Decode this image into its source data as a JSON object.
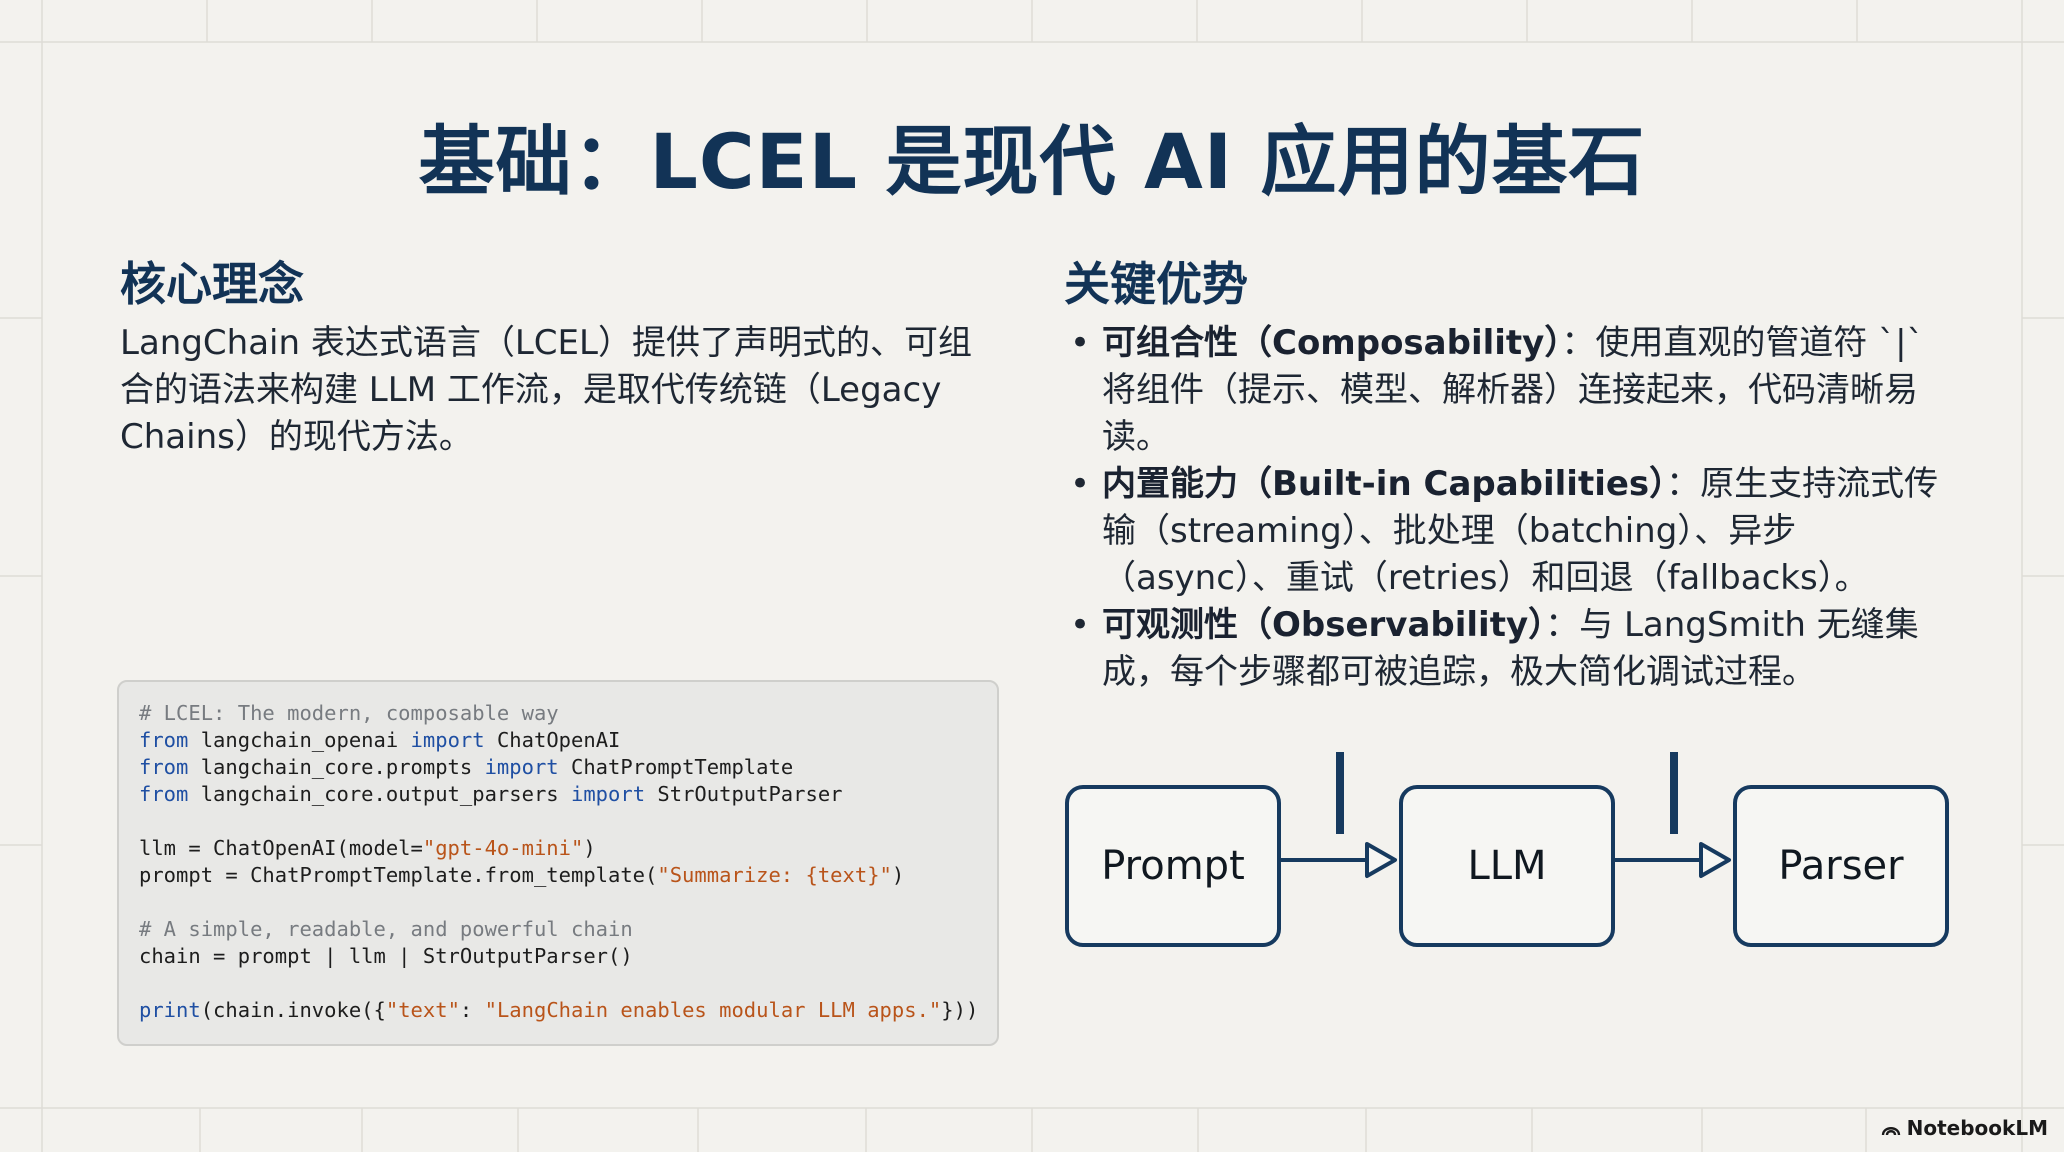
{
  "slide": {
    "title": "基础：LCEL 是现代 AI 应用的基石"
  },
  "left": {
    "heading": "核心理念",
    "paragraph": "LangChain 表达式语言（LCEL）提供了声明式的、可组合的语法来构建 LLM 工作流，是取代传统链（Legacy Chains）的现代方法。"
  },
  "right": {
    "heading": "关键优势",
    "bullets": [
      {
        "lead": "可组合性（Composability）",
        "text": "：使用直观的管道符 `|` 将组件（提示、模型、解析器）连接起来，代码清晰易读。"
      },
      {
        "lead": "内置能力（Built-in Capabilities）",
        "text": "：原生支持流式传输（streaming）、批处理（batching）、异步（async）、重试（retries）和回退（fallbacks）。"
      },
      {
        "lead": "可观测性（Observability）",
        "text": "：与 LangSmith 无缝集成，每个步骤都可被追踪，极大简化调试过程。"
      }
    ]
  },
  "code": {
    "lines": [
      [
        {
          "t": "# LCEL: The modern, composable way",
          "c": "comment"
        }
      ],
      [
        {
          "t": "from",
          "c": "kw"
        },
        {
          "t": " langchain_openai ",
          "c": ""
        },
        {
          "t": "import",
          "c": "kw"
        },
        {
          "t": " ChatOpenAI",
          "c": ""
        }
      ],
      [
        {
          "t": "from",
          "c": "kw"
        },
        {
          "t": " langchain_core.prompts ",
          "c": ""
        },
        {
          "t": "import",
          "c": "kw"
        },
        {
          "t": " ChatPromptTemplate",
          "c": ""
        }
      ],
      [
        {
          "t": "from",
          "c": "kw"
        },
        {
          "t": " langchain_core.output_parsers ",
          "c": ""
        },
        {
          "t": "import",
          "c": "kw"
        },
        {
          "t": " StrOutputParser",
          "c": ""
        }
      ],
      [],
      [
        {
          "t": "llm = ChatOpenAI(model=",
          "c": ""
        },
        {
          "t": "\"gpt-4o-mini\"",
          "c": "str"
        },
        {
          "t": ")",
          "c": ""
        }
      ],
      [
        {
          "t": "prompt = ChatPromptTemplate.from_template(",
          "c": ""
        },
        {
          "t": "\"Summarize: {text}\"",
          "c": "str"
        },
        {
          "t": ")",
          "c": ""
        }
      ],
      [],
      [
        {
          "t": "# A simple, readable, and powerful chain",
          "c": "comment"
        }
      ],
      [
        {
          "t": "chain = prompt | llm | StrOutputParser()",
          "c": ""
        }
      ],
      [],
      [
        {
          "t": "print",
          "c": "fn"
        },
        {
          "t": "(chain.invoke({",
          "c": ""
        },
        {
          "t": "\"text\"",
          "c": "str"
        },
        {
          "t": ": ",
          "c": ""
        },
        {
          "t": "\"LangChain enables modular LLM apps.\"",
          "c": "str"
        },
        {
          "t": "}))",
          "c": ""
        }
      ]
    ]
  },
  "diagram": {
    "nodes": [
      "Prompt",
      "LLM",
      "Parser"
    ],
    "connector_symbol": "|"
  },
  "watermark": {
    "text": "NotebookLM"
  },
  "colors": {
    "heading": "#123356",
    "diagram_stroke": "#163a5f",
    "keyword": "#1f4fa3",
    "string": "#b9541a",
    "comment": "#777b80"
  }
}
